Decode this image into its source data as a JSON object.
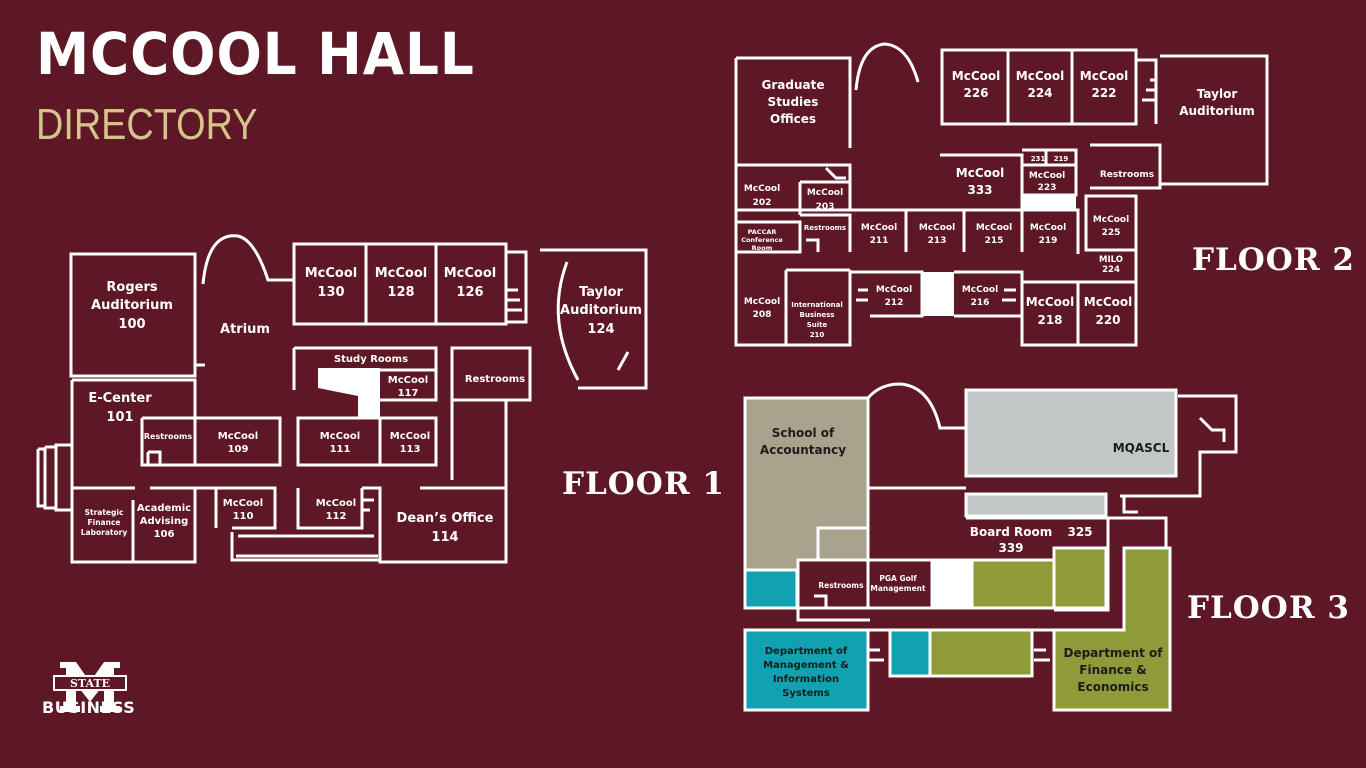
{
  "header": {
    "title": "MCCOOL HALL",
    "subtitle": "DIRECTORY"
  },
  "floors": {
    "floor1": "FLOOR 1",
    "floor2": "FLOOR 2",
    "floor3": "FLOOR 3"
  },
  "logo": {
    "text": "BUSINESS",
    "emblem": "STATE"
  },
  "colors": {
    "background": "#5d1725",
    "accent": "#d6c28c",
    "tan": "#a9a28d",
    "teal": "#12a1b1",
    "green": "#8f9b39",
    "gray": "#c2c6c7"
  },
  "floor1_rooms": [
    {
      "id": "rogers",
      "lines": [
        "Rogers",
        "Auditorium",
        "100"
      ]
    },
    {
      "id": "atrium",
      "lines": [
        "Atrium"
      ]
    },
    {
      "id": "r130",
      "lines": [
        "McCool",
        "130"
      ]
    },
    {
      "id": "r128",
      "lines": [
        "McCool",
        "128"
      ]
    },
    {
      "id": "r126",
      "lines": [
        "McCool",
        "126"
      ]
    },
    {
      "id": "taylor1",
      "lines": [
        "Taylor",
        "Auditorium",
        "124"
      ]
    },
    {
      "id": "study",
      "lines": [
        "Study Rooms"
      ]
    },
    {
      "id": "r117",
      "lines": [
        "McCool",
        "117"
      ]
    },
    {
      "id": "rest1a",
      "lines": [
        "Restrooms"
      ]
    },
    {
      "id": "ecenter",
      "lines": [
        "E-Center",
        "101"
      ]
    },
    {
      "id": "rest1b",
      "lines": [
        "Restrooms"
      ]
    },
    {
      "id": "r109",
      "lines": [
        "McCool",
        "109"
      ]
    },
    {
      "id": "r111",
      "lines": [
        "McCool",
        "111"
      ]
    },
    {
      "id": "r113",
      "lines": [
        "McCool",
        "113"
      ]
    },
    {
      "id": "sfl",
      "lines": [
        "Strategic",
        "Finance",
        "Laboratory"
      ]
    },
    {
      "id": "advising",
      "lines": [
        "Academic",
        "Advising",
        "106"
      ]
    },
    {
      "id": "r110",
      "lines": [
        "McCool",
        "110"
      ]
    },
    {
      "id": "r112",
      "lines": [
        "McCool",
        "112"
      ]
    },
    {
      "id": "dean",
      "lines": [
        "Dean’s Office",
        "114"
      ]
    }
  ],
  "floor2_rooms": [
    {
      "id": "grad",
      "lines": [
        "Graduate",
        "Studies",
        "Offices"
      ]
    },
    {
      "id": "r226",
      "lines": [
        "McCool",
        "226"
      ]
    },
    {
      "id": "r224",
      "lines": [
        "McCool",
        "224"
      ]
    },
    {
      "id": "r222",
      "lines": [
        "McCool",
        "222"
      ]
    },
    {
      "id": "taylor2",
      "lines": [
        "Taylor",
        "Auditorium"
      ]
    },
    {
      "id": "r333",
      "lines": [
        "McCool",
        "333"
      ]
    },
    {
      "id": "r231",
      "lines": [
        "231"
      ]
    },
    {
      "id": "r219s",
      "lines": [
        "219"
      ]
    },
    {
      "id": "r223",
      "lines": [
        "McCool",
        "223"
      ]
    },
    {
      "id": "rest2a",
      "lines": [
        "Restrooms"
      ]
    },
    {
      "id": "r202",
      "lines": [
        "McCool",
        "202"
      ]
    },
    {
      "id": "r203",
      "lines": [
        "McCool",
        "203"
      ]
    },
    {
      "id": "paccar",
      "lines": [
        "PACCAR",
        "Conference",
        "Room"
      ]
    },
    {
      "id": "rest2b",
      "lines": [
        "Restrooms"
      ]
    },
    {
      "id": "r211",
      "lines": [
        "McCool",
        "211"
      ]
    },
    {
      "id": "r213",
      "lines": [
        "McCool",
        "213"
      ]
    },
    {
      "id": "r215",
      "lines": [
        "McCool",
        "215"
      ]
    },
    {
      "id": "r219",
      "lines": [
        "McCool",
        "219"
      ]
    },
    {
      "id": "r225",
      "lines": [
        "McCool",
        "225"
      ]
    },
    {
      "id": "milo",
      "lines": [
        "MILO",
        "224"
      ]
    },
    {
      "id": "r208",
      "lines": [
        "McCool",
        "208"
      ]
    },
    {
      "id": "ibs",
      "lines": [
        "International",
        "Business",
        "Suite",
        "210"
      ]
    },
    {
      "id": "r212",
      "lines": [
        "McCool",
        "212"
      ]
    },
    {
      "id": "r216",
      "lines": [
        "McCool",
        "216"
      ]
    },
    {
      "id": "r218",
      "lines": [
        "McCool",
        "218"
      ]
    },
    {
      "id": "r220",
      "lines": [
        "McCool",
        "220"
      ]
    }
  ],
  "floor3_rooms": [
    {
      "id": "soa",
      "lines": [
        "School of",
        "Accountancy"
      ]
    },
    {
      "id": "mqascl",
      "lines": [
        "MQASCL"
      ]
    },
    {
      "id": "board",
      "lines": [
        "Board Room",
        "339"
      ]
    },
    {
      "id": "r325",
      "lines": [
        "325"
      ]
    },
    {
      "id": "rest3",
      "lines": [
        "Restrooms"
      ]
    },
    {
      "id": "pga",
      "lines": [
        "PGA Golf",
        "Management"
      ]
    },
    {
      "id": "dmis",
      "lines": [
        "Department of",
        "Management &",
        "Information",
        "Systems"
      ]
    },
    {
      "id": "dfe",
      "lines": [
        "Department of",
        "Finance &",
        "Economics"
      ]
    }
  ]
}
